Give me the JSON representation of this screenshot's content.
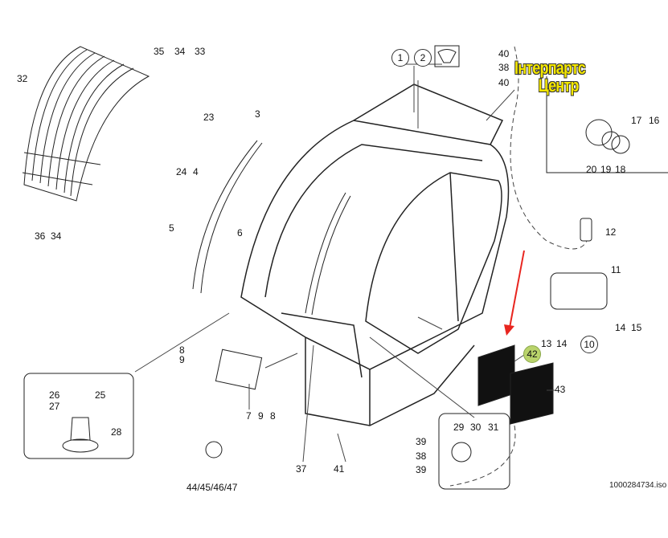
{
  "diagram": {
    "callouts": {
      "c1": "1",
      "c2": "2",
      "c10": "10",
      "c42": "42"
    },
    "labels": {
      "l32": "32",
      "l35": "35",
      "l34a": "34",
      "l33": "33",
      "l3": "3",
      "l23": "23",
      "l24": "24",
      "l4": "4",
      "l5": "5",
      "l6": "6",
      "l36": "36",
      "l34b": "34",
      "l40a": "40",
      "l38a": "38",
      "l40b": "40",
      "l17": "17",
      "l16": "16",
      "l20": "20",
      "l19": "19",
      "l18": "18",
      "l12": "12",
      "l11": "11",
      "l14a": "14",
      "l15": "15",
      "l13": "13",
      "l14b": "14",
      "l43": "43",
      "l8a": "8",
      "l9a": "9",
      "l7": "7",
      "l9b": "9",
      "l8b": "8",
      "l26": "26",
      "l25": "25",
      "l27": "27",
      "l28": "28",
      "l29": "29",
      "l30": "30",
      "l31": "31",
      "l39a": "39",
      "l38b": "38",
      "l39b": "39",
      "l37": "37",
      "l41": "41",
      "l44": "44/45/46/47"
    },
    "reference": "1000284734.iso",
    "watermark": {
      "line1": "Інтерпартс",
      "line2": "Центр"
    },
    "highlight_color": "#b9d36b",
    "arrow_color": "#e8251f"
  }
}
